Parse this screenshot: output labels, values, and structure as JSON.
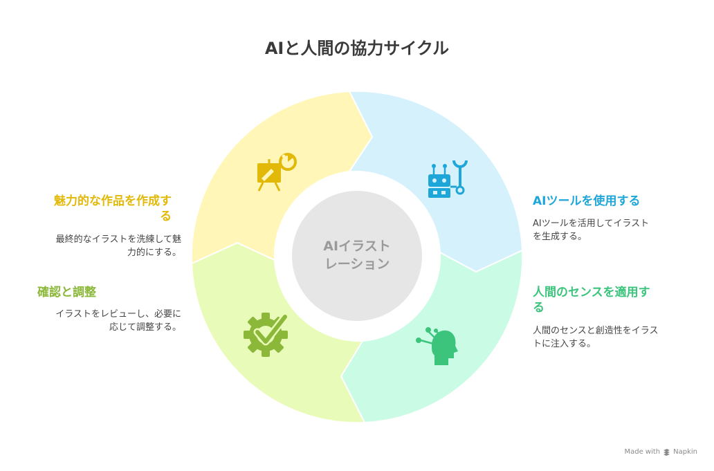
{
  "title": "AIと人間の協力サイクル",
  "center": {
    "line1": "AIイラスト",
    "line2": "レーション"
  },
  "steps": [
    {
      "title": "AIツールを使用する",
      "desc_line1": "AIツールを活用してイラスト",
      "desc_line2": "を生成する。",
      "color": "#1ea6d8",
      "fill": "#d4f1fc",
      "icon": "robot-wrench-icon"
    },
    {
      "title_line1": "人間のセンスを適用す",
      "title_line2": "る",
      "desc_line1": "人間のセンスと創造性をイラス",
      "desc_line2": "トに注入する。",
      "color": "#3cc47d",
      "fill": "#c9fbe5",
      "icon": "human-head-creativity-icon"
    },
    {
      "title": "確認と調整",
      "desc_line1": "イラストをレビューし、必要に",
      "desc_line2": "応じて調整する。",
      "color": "#8cb83a",
      "fill": "#e9fbb8",
      "icon": "gear-check-icon"
    },
    {
      "title_line1": "魅力的な作品を作成す",
      "title_line2": "る",
      "desc_line1": "最終的なイラストを洗練して魅",
      "desc_line2": "力的にする。",
      "color": "#e2b909",
      "fill": "#fff6b8",
      "icon": "easel-palette-icon"
    }
  ],
  "center_fill": "#e6e6e6",
  "center_text_color": "#9a9a9a",
  "footer": {
    "made_with": "Made with",
    "brand": "Napkin"
  }
}
